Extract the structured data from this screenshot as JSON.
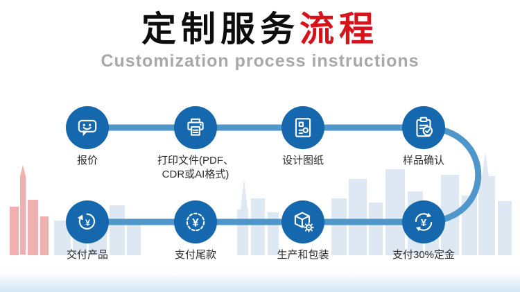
{
  "header": {
    "title_main": "定制服务",
    "title_accent": "流程",
    "subtitle": "Customization process instructions"
  },
  "colors": {
    "step_circle": "#1568ad",
    "connector_line": "#4f96cb",
    "title_accent": "#d8121a",
    "subtitle_gray": "#a8a8a8",
    "label_text": "#2b2b2b"
  },
  "steps": [
    {
      "label": "报价",
      "icon": "chat-smile-icon"
    },
    {
      "label": "打印文件(PDF、",
      "label2": "CDR或AI格式)",
      "icon": "printer-icon"
    },
    {
      "label": "设计图纸",
      "icon": "design-drawing-icon"
    },
    {
      "label": "样品确认",
      "icon": "clipboard-check-icon"
    },
    {
      "label": "支付30%定金",
      "icon": "yen-cycle-icon"
    },
    {
      "label": "生产和包装",
      "icon": "package-gear-icon"
    },
    {
      "label": "支付尾款",
      "icon": "yen-coin-icon"
    },
    {
      "label": "交付产品",
      "icon": "return-arrow-icon"
    }
  ]
}
